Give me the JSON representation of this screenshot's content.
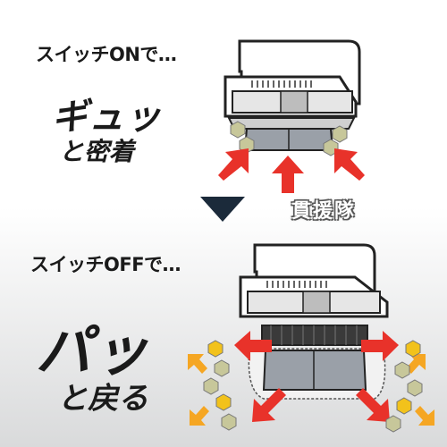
{
  "top": {
    "caption": "スイッチONで…",
    "line1": "ギュッ",
    "line2": "と密着"
  },
  "bottom": {
    "caption": "スイッチOFFで…",
    "line1": "パッ",
    "line2": "と戻る"
  },
  "watermark": "貫援隊",
  "colors": {
    "arrow_red": "#e8322a",
    "arrow_orange": "#f5a623",
    "nut_yellow": "#f2c21b",
    "nut_gray": "#c7c79a",
    "text": "#1a1a1a",
    "divider_triangle": "#1b2a3a"
  },
  "icons": [
    "down-triangle-icon",
    "arrow-icon",
    "hex-nut-icon",
    "machine-illustration"
  ]
}
